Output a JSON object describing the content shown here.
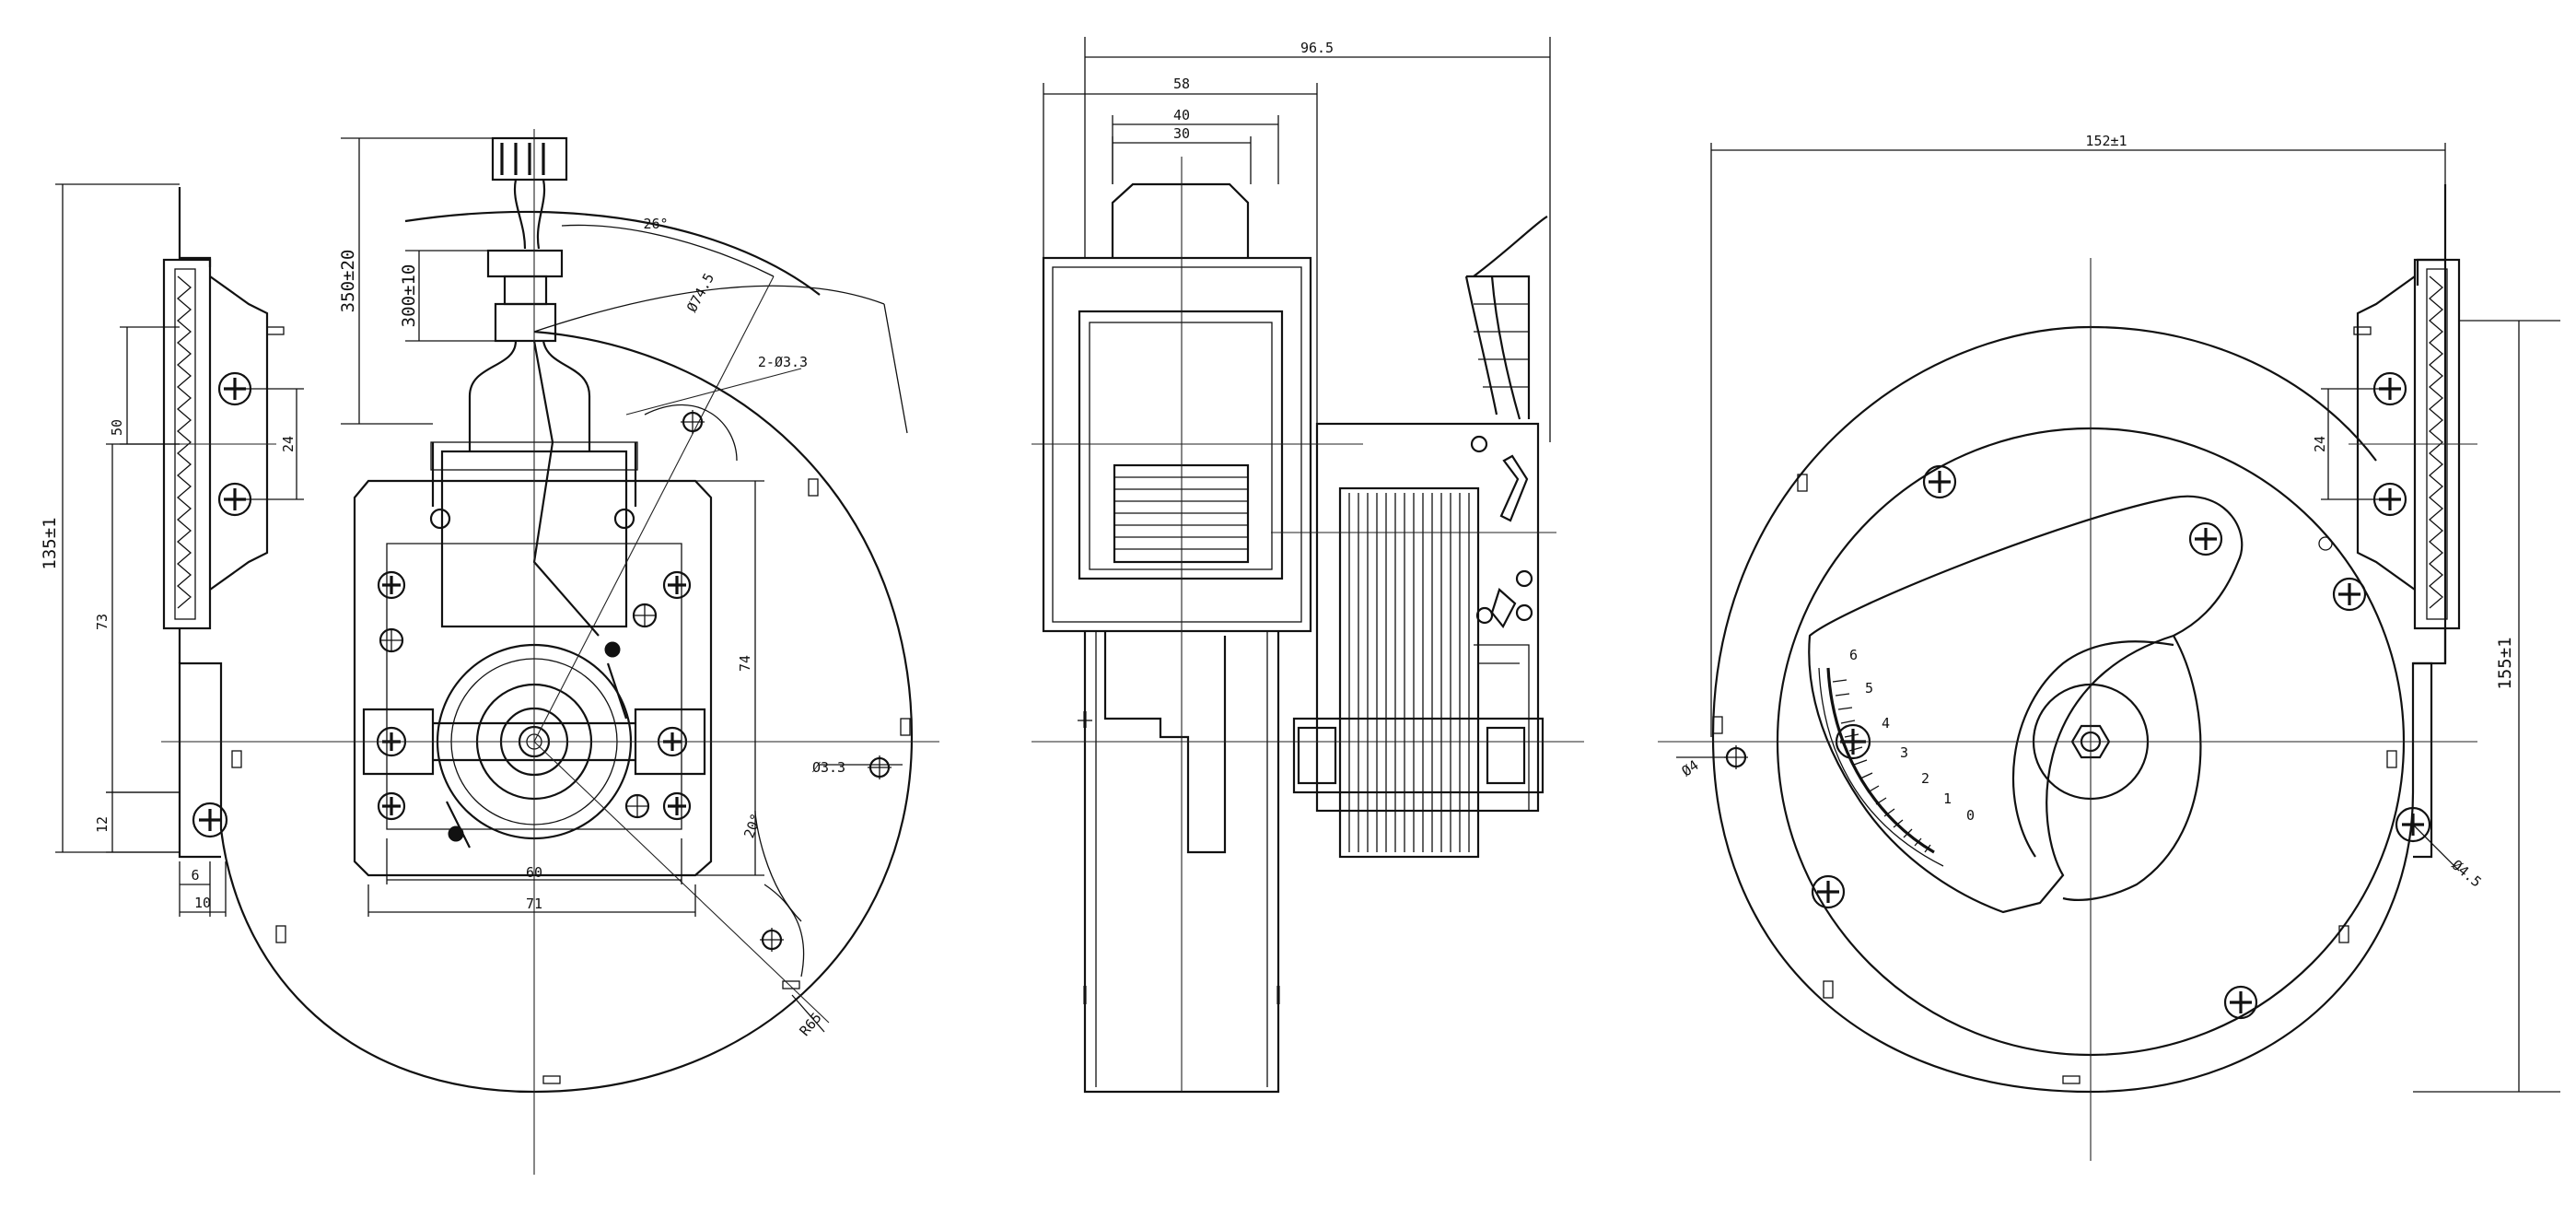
{
  "left_view": {
    "dims": {
      "height_total": "135±1",
      "mount_50": "50",
      "mount_73": "73",
      "mount_12": "12",
      "slot_24": "24",
      "width_6": "6",
      "width_10": "10",
      "lead_350": "350±20",
      "lead_300": "300±10",
      "angle_26": "26°",
      "pcd_74_5": "Ø74.5",
      "hole_2_3_3": "2-Ø3.3",
      "bracket_74": "74",
      "hole_3_3": "Ø3.3",
      "angle_20": "20°",
      "base_60": "60",
      "base_71": "71",
      "r_65": "R65"
    }
  },
  "middle_view": {
    "dims": {
      "w_96_5": "96.5",
      "w_58": "58",
      "w_40": "40",
      "w_30": "30"
    }
  },
  "right_view": {
    "dims": {
      "width_152": "152±1",
      "height_155": "155±1",
      "slot_24": "24",
      "hole_4": "Ø4",
      "hole_4_5": "Ø4.5"
    },
    "scale_labels": [
      "6",
      "5",
      "4",
      "3",
      "2",
      "1",
      "0"
    ]
  }
}
